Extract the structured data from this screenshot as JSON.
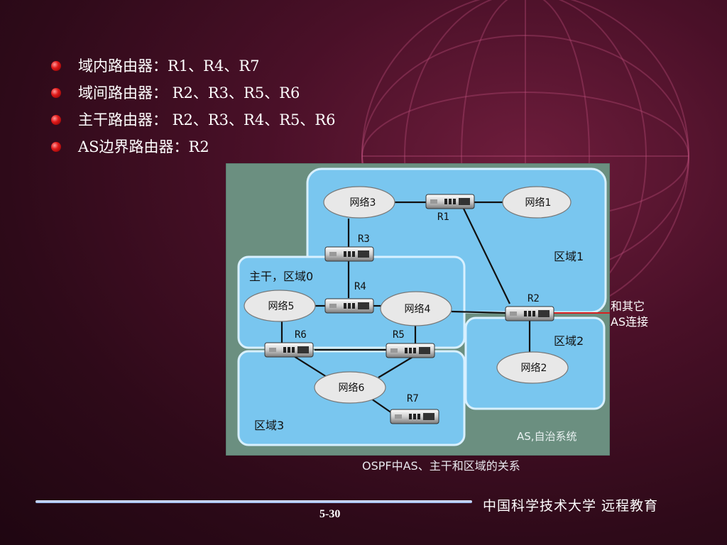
{
  "bullets": [
    {
      "text": "域内路由器：R1、R4、R7"
    },
    {
      "text": "域间路由器： R2、R3、R5、R6"
    },
    {
      "text": "主干路由器： R2、R3、R4、R5、R6"
    },
    {
      "text": "AS边界路由器：R2"
    }
  ],
  "diagram": {
    "regions": {
      "area1": "区域1",
      "area0": "主干，区域0",
      "area2": "区域2",
      "area3": "区域3"
    },
    "as_label": "AS,自治系统",
    "networks": {
      "n1": "网络1",
      "n2": "网络2",
      "n3": "网络3",
      "n4": "网络4",
      "n5": "网络5",
      "n6": "网络6"
    },
    "routers": {
      "r1": "R1",
      "r2": "R2",
      "r3": "R3",
      "r4": "R4",
      "r5": "R5",
      "r6": "R6",
      "r7": "R7"
    },
    "external_line1": "和其它",
    "external_line2": "AS连接",
    "caption": "OSPF中AS、主干和区域的关系"
  },
  "footer": {
    "org": "中国科学技术大学 远程教育",
    "page": "5-30"
  }
}
